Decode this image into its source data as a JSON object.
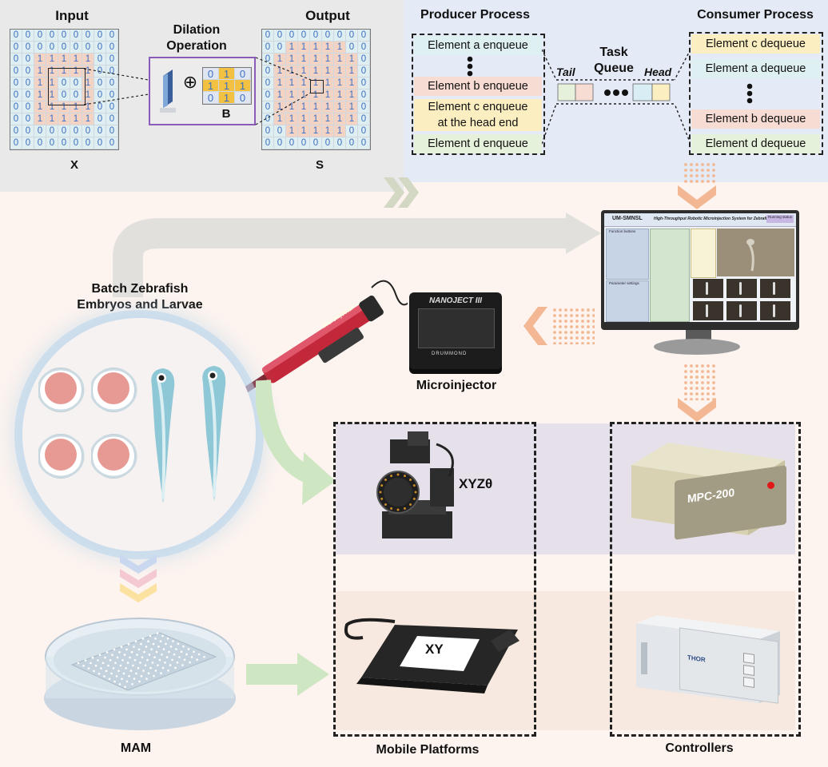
{
  "dilation": {
    "input_label": "Input",
    "operation_label": "Dilation\nOperation",
    "output_label": "Output",
    "x_label": "X",
    "b_label": "B",
    "s_label": "S",
    "oplus": "⊕",
    "input_grid": [
      [
        0,
        0,
        0,
        0,
        0,
        0,
        0,
        0,
        0
      ],
      [
        0,
        0,
        0,
        0,
        0,
        0,
        0,
        0,
        0
      ],
      [
        0,
        0,
        1,
        1,
        1,
        1,
        1,
        0,
        0
      ],
      [
        0,
        0,
        1,
        1,
        1,
        1,
        1,
        0,
        0
      ],
      [
        0,
        0,
        1,
        1,
        0,
        0,
        1,
        0,
        0
      ],
      [
        0,
        0,
        1,
        1,
        0,
        0,
        1,
        0,
        0
      ],
      [
        0,
        0,
        1,
        1,
        1,
        1,
        1,
        0,
        0
      ],
      [
        0,
        0,
        1,
        1,
        1,
        1,
        1,
        0,
        0
      ],
      [
        0,
        0,
        0,
        0,
        0,
        0,
        0,
        0,
        0
      ],
      [
        0,
        0,
        0,
        0,
        0,
        0,
        0,
        0,
        0
      ]
    ],
    "kernel": [
      [
        0,
        1,
        0
      ],
      [
        1,
        1,
        1
      ],
      [
        0,
        1,
        0
      ]
    ],
    "output_grid": [
      [
        0,
        0,
        0,
        0,
        0,
        0,
        0,
        0,
        0
      ],
      [
        0,
        0,
        1,
        1,
        1,
        1,
        1,
        0,
        0
      ],
      [
        0,
        1,
        1,
        1,
        1,
        1,
        1,
        1,
        0
      ],
      [
        0,
        1,
        1,
        1,
        1,
        1,
        1,
        1,
        0
      ],
      [
        0,
        1,
        1,
        1,
        1,
        1,
        1,
        1,
        0
      ],
      [
        0,
        1,
        1,
        1,
        1,
        1,
        1,
        1,
        0
      ],
      [
        0,
        1,
        1,
        1,
        1,
        1,
        1,
        1,
        0
      ],
      [
        0,
        1,
        1,
        1,
        1,
        1,
        1,
        1,
        0
      ],
      [
        0,
        0,
        1,
        1,
        1,
        1,
        1,
        0,
        0
      ],
      [
        0,
        0,
        0,
        0,
        0,
        0,
        0,
        0,
        0
      ]
    ]
  },
  "queue": {
    "producer_title": "Producer Process",
    "consumer_title": "Consumer Process",
    "task_queue_label": "Task\nQueue",
    "tail_label": "Tail",
    "head_label": "Head",
    "producer_items": [
      {
        "text": "Element a enqueue",
        "color": "#dff0f2"
      },
      {
        "text": "Element b enqueue",
        "color": "#f7dcd4"
      },
      {
        "text": "Element c enqueue\nat the head end",
        "color": "#fbeec0"
      },
      {
        "text": "Element d enqueue",
        "color": "#e6f1dc"
      }
    ],
    "consumer_items": [
      {
        "text": "Element c dequeue",
        "color": "#fbeec0"
      },
      {
        "text": "Element a dequeue",
        "color": "#dff0f2"
      },
      {
        "text": "Element b dequeue",
        "color": "#f7dcd4"
      },
      {
        "text": "Element d dequeue",
        "color": "#e6f1dc"
      }
    ],
    "colors": {
      "green": "#e6f1dc",
      "pink": "#f7dcd4",
      "blue": "#d8eef4",
      "yellow": "#fbeec0"
    }
  },
  "software": {
    "header_left": "UM-SMNSL",
    "header_title": "High-Throughput Robotic Microinjection System for Zebrafish",
    "status_badge": "Running status",
    "panel_function": "Function buttons",
    "panel_parameter": "Parameter settings"
  },
  "labels": {
    "batch": "Batch Zebrafish\nEmbryos and Larvae",
    "microinjector": "Microinjector",
    "nanoject": "NANOJECT III",
    "drummond": "DRUMMOND",
    "pen_brand": "Microinjector",
    "xyz": "XYZθ",
    "xy": "XY",
    "mpc": "MPC-200",
    "thor": "THOR",
    "mam": "MAM",
    "mobile": "Mobile Platforms",
    "controllers": "Controllers"
  }
}
